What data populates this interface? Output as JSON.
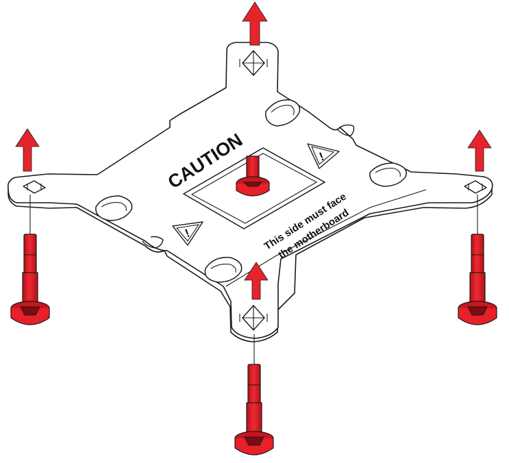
{
  "diagram": {
    "caution_label": "CAUTION",
    "side_note_line1": "This side must face",
    "side_note_line2": "the motherboard",
    "warning_symbol": "!",
    "colors": {
      "screw": "#e8202a",
      "screw_shadow": "#a5121a",
      "arrow": "#e5252b",
      "outline": "#1a1a1a",
      "plate_fill": "#ffffff"
    },
    "icons": {
      "arrow": "arrow-up-icon",
      "screw": "thumb-screw-icon",
      "warning": "warning-triangle-icon"
    }
  }
}
